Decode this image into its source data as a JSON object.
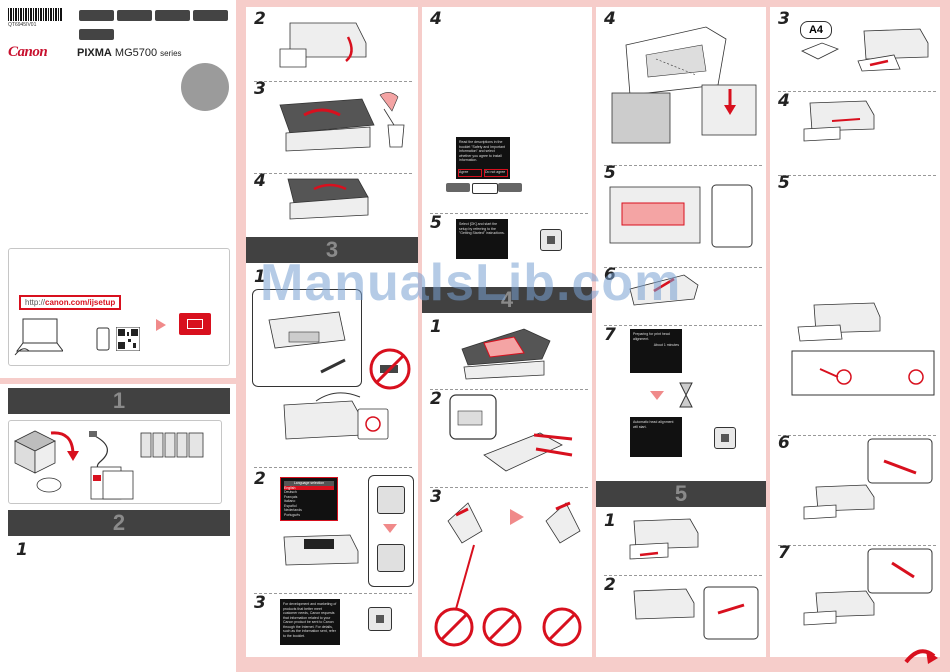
{
  "cover": {
    "barcode_number": "QT6945IV01",
    "brand": "Canon",
    "model_prefix": "PIXMA",
    "model_name": "MG5700",
    "model_suffix": "series",
    "setup_url_prefix": "http://",
    "setup_url_host": "canon.com/ijsetup"
  },
  "sections": {
    "s1": "1",
    "s2": "2",
    "s3": "3",
    "s4": "4",
    "s5": "5"
  },
  "steps": {
    "c2_2": "2",
    "c2_3": "3",
    "c2_4": "4",
    "c2_s3_1": "1",
    "c2_s3_2": "2",
    "c2_s3_3": "3",
    "c3_4": "4",
    "c3_5": "5",
    "c3_s4_1": "1",
    "c3_s4_2": "2",
    "c3_s4_3": "3",
    "c4_4": "4",
    "c4_5": "5",
    "c4_6": "6",
    "c4_7": "7",
    "c4_s5_1": "1",
    "c4_s5_2": "2",
    "c5_3": "3",
    "c5_4": "4",
    "c5_5": "5",
    "c5_6": "6",
    "c5_7": "7",
    "c1_s2_1": "1"
  },
  "screens": {
    "agree": {
      "text": "Read the descriptions in the booklet \"Safety and Important Information\" and select whether you agree to install information.",
      "btn_left": "Agree",
      "btn_right": "Do not agree"
    },
    "select_ok": "Select [OK] and start the setup by referring to the \"Getting Started\" instructions.",
    "language_title": "Language selection",
    "languages": [
      "English",
      "Deutsch",
      "Français",
      "Italiano",
      "Español",
      "Nederlands",
      "Português"
    ],
    "development": "For development and marketing of products that better meet customer needs, Canon requests that information related to your Canon product be sent to Canon through the Internet. For details, such as the information sent, refer to the booklet.",
    "alignment_prep": "Preparing for print head alignment.",
    "alignment_wait": "About 1 minutes",
    "alignment_start": "Automatic head alignment will start.",
    "paper_label": "A4"
  },
  "watermark": "ManualsLib.com",
  "colors": {
    "border": "#f6cdca",
    "bar": "#414141",
    "accent": "#d8101e"
  }
}
